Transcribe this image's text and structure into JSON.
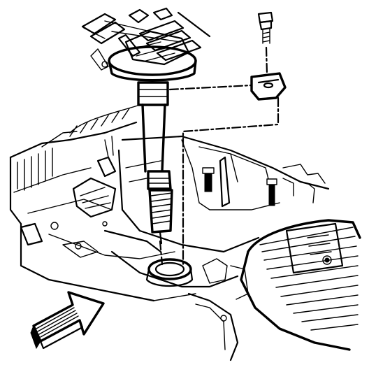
{
  "illustration": {
    "background": "#ffffff",
    "ink": "#000000",
    "parts": [
      "distributor-cap-with-wires",
      "distributor-housing",
      "distributor-shaft",
      "drive-gear",
      "hold-down-clamp",
      "hold-down-bolt",
      "engine-block",
      "valve-cover",
      "intake-manifold",
      "direction-arrow"
    ]
  }
}
